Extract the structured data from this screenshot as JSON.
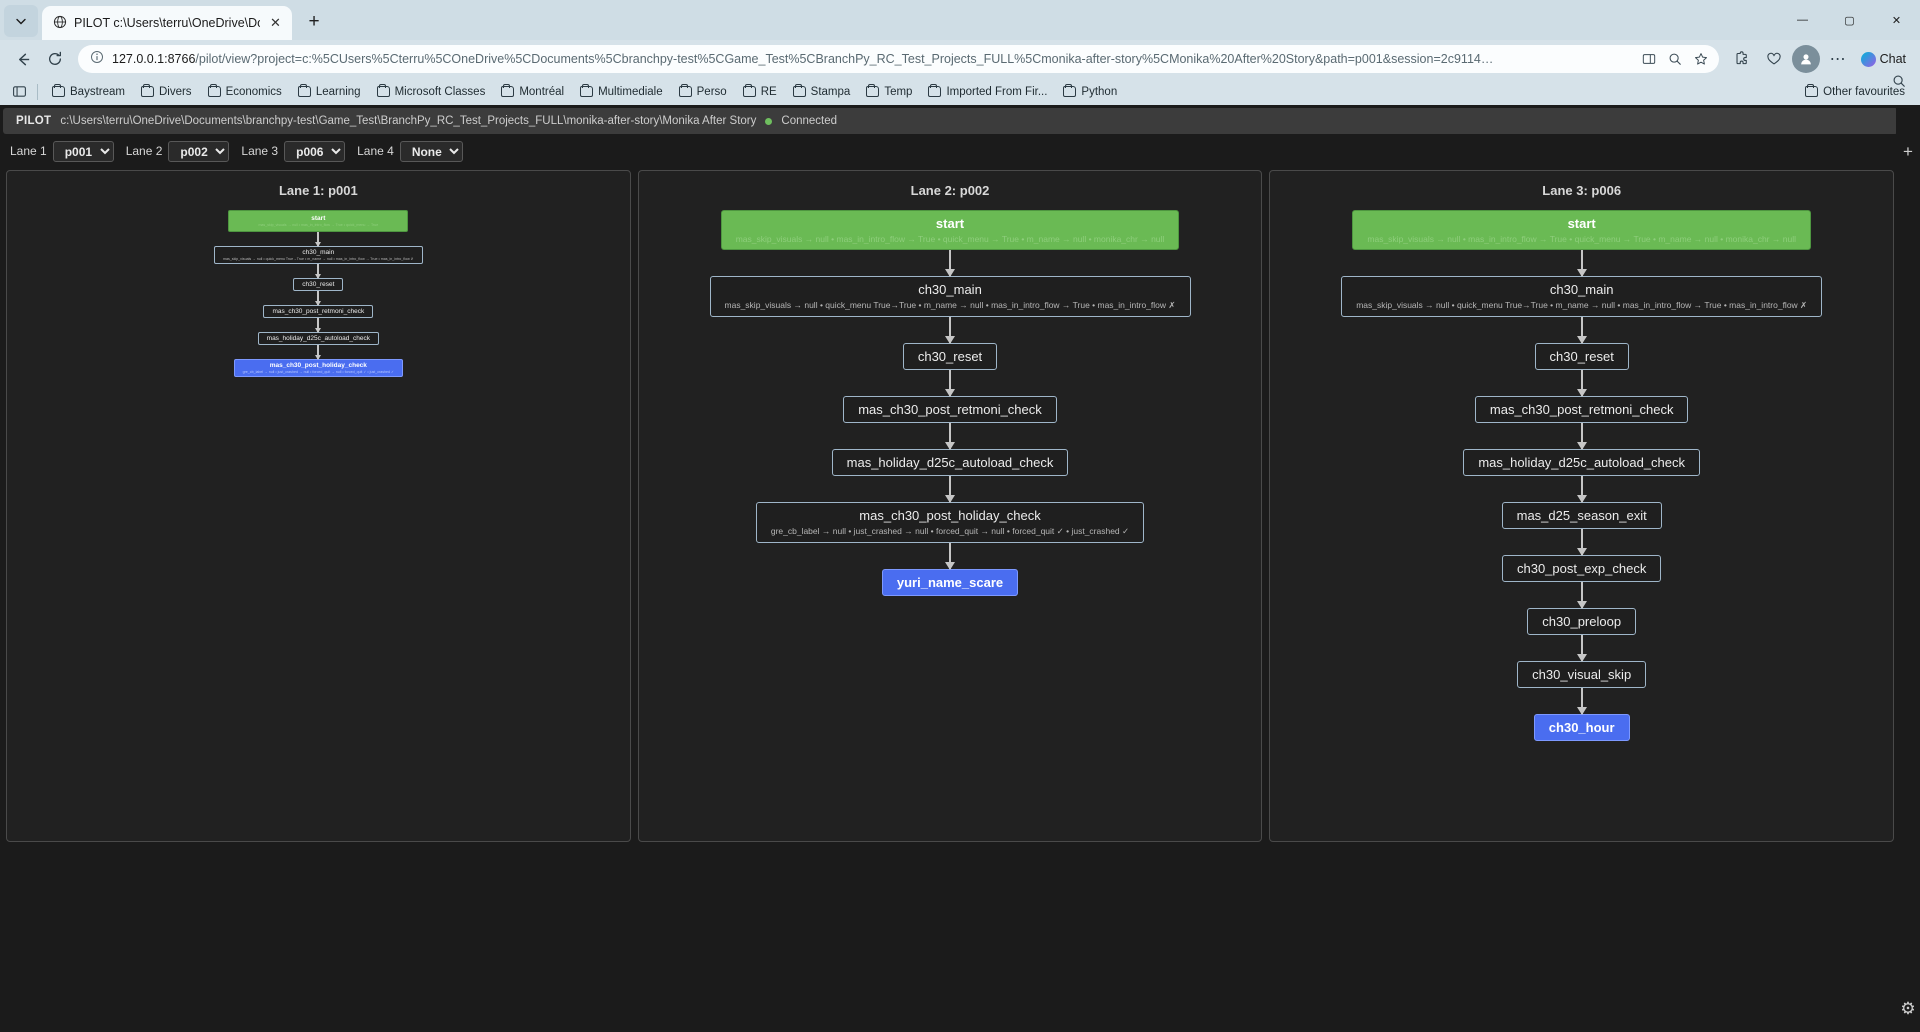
{
  "browser": {
    "tab": {
      "title": "PILOT c:\\Users\\terru\\OneDrive\\Do",
      "close": "✕"
    },
    "newtab_label": "+",
    "window_controls": {
      "minimize": "—",
      "maximize": "▢",
      "close": "✕"
    },
    "nav": {
      "back": "←",
      "reload": "⟳"
    },
    "omnibox": {
      "info_icon": "ⓘ",
      "url_host": "127.0.0.1:8766",
      "url_rest": "/pilot/view?project=c:%5CUsers%5Cterru%5COneDrive%5CDocuments%5Cbranchpy-test%5CGame_Test%5CBranchPy_RC_Test_Projects_FULL%5Cmonika-after-story%5CMonika%20After%20Story&path=p001&session=2c9114…",
      "split_icon": "⧉",
      "zoom_icon": "🔍",
      "star_icon": "☆"
    },
    "toolbar_icons": {
      "extensions": "⧉",
      "collections": "♡",
      "profile": "◓",
      "settings": "⋯"
    },
    "copilot_label": "Chat",
    "bookmarks": {
      "items": [
        "Baystream",
        "Divers",
        "Economics",
        "Learning",
        "Microsoft Classes",
        "Montréal",
        "Multimediale",
        "Perso",
        "RE",
        "Stampa",
        "Temp",
        "Imported From Fir...",
        "Python"
      ],
      "other_favourites": "Other favourites",
      "search_icon": "🔍"
    }
  },
  "pilot": {
    "brand": "PILOT",
    "project_path": "c:\\Users\\terru\\OneDrive\\Documents\\branchpy-test\\Game_Test\\BranchPy_RC_Test_Projects_FULL\\monika-after-story\\Monika After Story",
    "status": "Connected",
    "status_color": "#6fbf5f",
    "lane_selectors": [
      {
        "label": "Lane 1",
        "value": "p001"
      },
      {
        "label": "Lane 2",
        "value": "p002"
      },
      {
        "label": "Lane 3",
        "value": "p006"
      },
      {
        "label": "Lane 4",
        "value": "None"
      }
    ],
    "colors": {
      "start": "#6aba54",
      "selected": "#4a6df0",
      "node_border": "#9fb6c9"
    }
  },
  "lanes": [
    {
      "title": "Lane 1: p001",
      "nodes": [
        {
          "name": "start",
          "detail": "mas_skip_visuals → null • mas_in_intro_flow → True • quick_menu → True",
          "state": "start"
        },
        {
          "name": "ch30_main",
          "detail": "mas_skip_visuals → null • quick_menu True→True • m_name → null • mas_in_intro_flow → True • mas_in_intro_flow ✗",
          "state": "normal"
        },
        {
          "name": "ch30_reset",
          "detail": "",
          "state": "normal"
        },
        {
          "name": "mas_ch30_post_retmoni_check",
          "detail": "",
          "state": "normal"
        },
        {
          "name": "mas_holiday_d25c_autoload_check",
          "detail": "",
          "state": "normal"
        },
        {
          "name": "mas_ch30_post_holiday_check",
          "detail": "gre_cb_label → null • just_crashed → null • forced_quit → null • forced_quit ✓ • just_crashed ✓",
          "state": "selected"
        }
      ]
    },
    {
      "title": "Lane 2: p002",
      "nodes": [
        {
          "name": "start",
          "detail": "mas_skip_visuals → null • mas_in_intro_flow → True • quick_menu → True • m_name → null • monika_chr → null",
          "state": "start"
        },
        {
          "name": "ch30_main",
          "detail": "mas_skip_visuals → null • quick_menu True→True • m_name → null • mas_in_intro_flow → True • mas_in_intro_flow ✗",
          "state": "normal"
        },
        {
          "name": "ch30_reset",
          "detail": "",
          "state": "normal"
        },
        {
          "name": "mas_ch30_post_retmoni_check",
          "detail": "",
          "state": "normal"
        },
        {
          "name": "mas_holiday_d25c_autoload_check",
          "detail": "",
          "state": "normal"
        },
        {
          "name": "mas_ch30_post_holiday_check",
          "detail": "gre_cb_label → null • just_crashed → null • forced_quit → null • forced_quit ✓ • just_crashed ✓",
          "state": "normal"
        },
        {
          "name": "yuri_name_scare",
          "detail": "",
          "state": "selected"
        }
      ]
    },
    {
      "title": "Lane 3: p006",
      "nodes": [
        {
          "name": "start",
          "detail": "mas_skip_visuals → null • mas_in_intro_flow → True • quick_menu → True • m_name → null • monika_chr → null",
          "state": "start"
        },
        {
          "name": "ch30_main",
          "detail": "mas_skip_visuals → null • quick_menu True→True • m_name → null • mas_in_intro_flow → True • mas_in_intro_flow ✗",
          "state": "normal"
        },
        {
          "name": "ch30_reset",
          "detail": "",
          "state": "normal"
        },
        {
          "name": "mas_ch30_post_retmoni_check",
          "detail": "",
          "state": "normal"
        },
        {
          "name": "mas_holiday_d25c_autoload_check",
          "detail": "",
          "state": "normal"
        },
        {
          "name": "mas_d25_season_exit",
          "detail": "",
          "state": "normal"
        },
        {
          "name": "ch30_post_exp_check",
          "detail": "",
          "state": "normal"
        },
        {
          "name": "ch30_preloop",
          "detail": "",
          "state": "normal"
        },
        {
          "name": "ch30_visual_skip",
          "detail": "",
          "state": "normal"
        },
        {
          "name": "ch30_hour",
          "detail": "",
          "state": "selected"
        }
      ]
    }
  ],
  "rail": {
    "add": "+",
    "settings": "⚙"
  }
}
